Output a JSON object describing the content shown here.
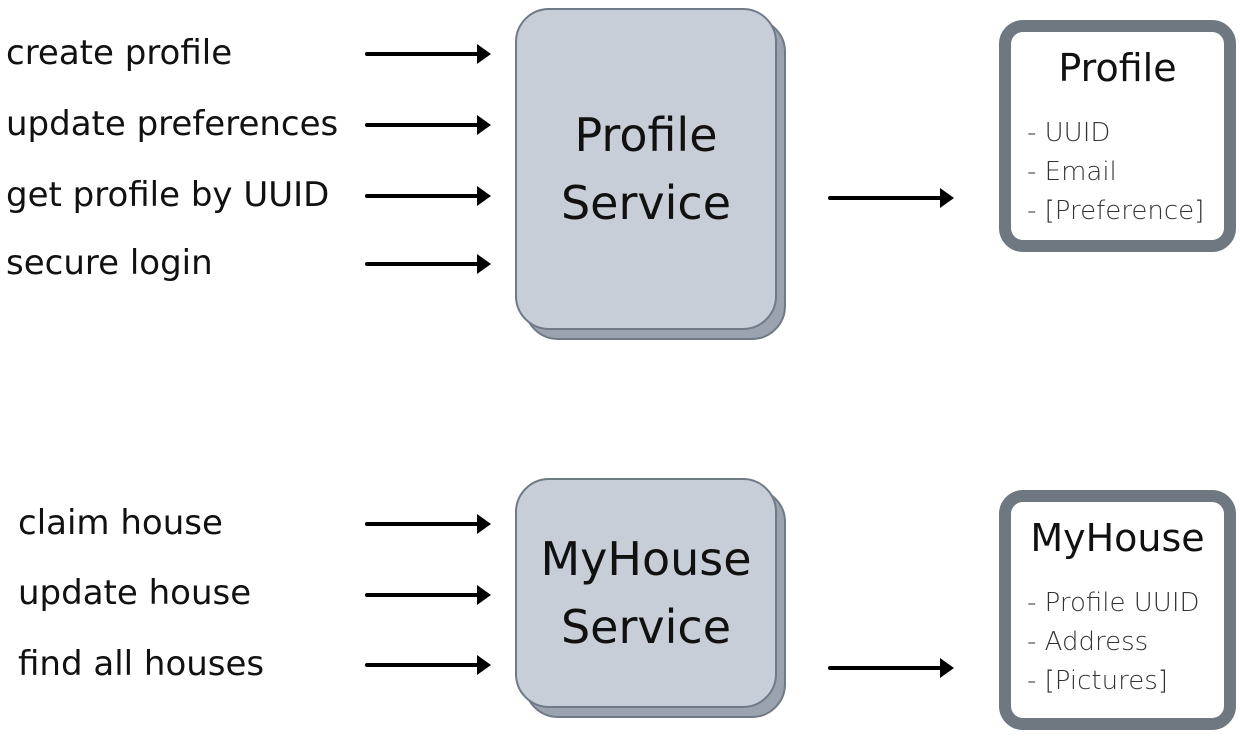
{
  "colors": {
    "background": "#ffffff",
    "service_fill": "#c7ced8",
    "service_shadow": "#9aa3ae",
    "service_border": "#6f7a86",
    "entity_border": "#6f7780",
    "arrow": "#000000",
    "text": "#111111"
  },
  "profile_section": {
    "operations": [
      "create profile",
      "update preferences",
      "get profile by UUID",
      "secure login"
    ],
    "service": {
      "line1": "Profile",
      "line2": "Service"
    },
    "entity": {
      "title": "Profile",
      "fields": [
        "- UUID",
        "- Email",
        "- [Preference]"
      ]
    }
  },
  "myhouse_section": {
    "operations": [
      "claim house",
      "update house",
      "find all houses"
    ],
    "service": {
      "line1": "MyHouse",
      "line2": "Service"
    },
    "entity": {
      "title": "MyHouse",
      "fields": [
        "- Profile UUID",
        "- Address",
        "- [Pictures]"
      ]
    }
  }
}
